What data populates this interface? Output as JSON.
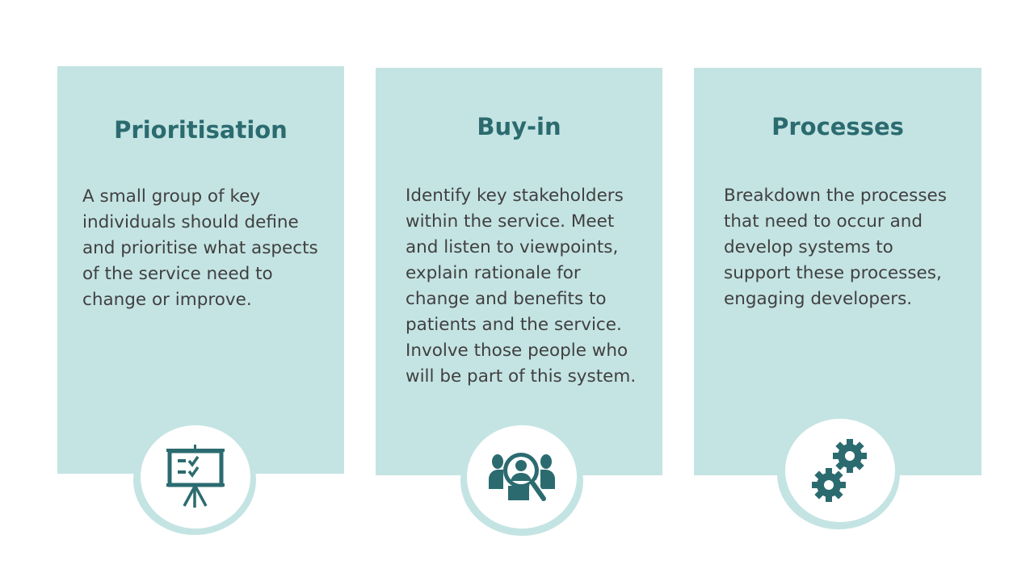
{
  "columns": [
    {
      "title": "Prioritisation",
      "body": "A small group of key individuals should define and prioritise what aspects of the service need to change or improve.",
      "icon": "presentation-checklist-icon"
    },
    {
      "title": "Buy-in",
      "body": "Identify key stakeholders within the service. Meet and listen to viewpoints, explain rationale for change and benefits to patients and the service. Involve those people who will be part of this system.",
      "icon": "people-search-icon"
    },
    {
      "title": "Processes",
      "body": "Breakdown the processes that need to occur and develop systems to support these processes, engaging developers.",
      "icon": "gears-icon"
    }
  ],
  "colors": {
    "card": "#c4e4e3",
    "accent": "#2b6b70",
    "text": "#404040"
  }
}
